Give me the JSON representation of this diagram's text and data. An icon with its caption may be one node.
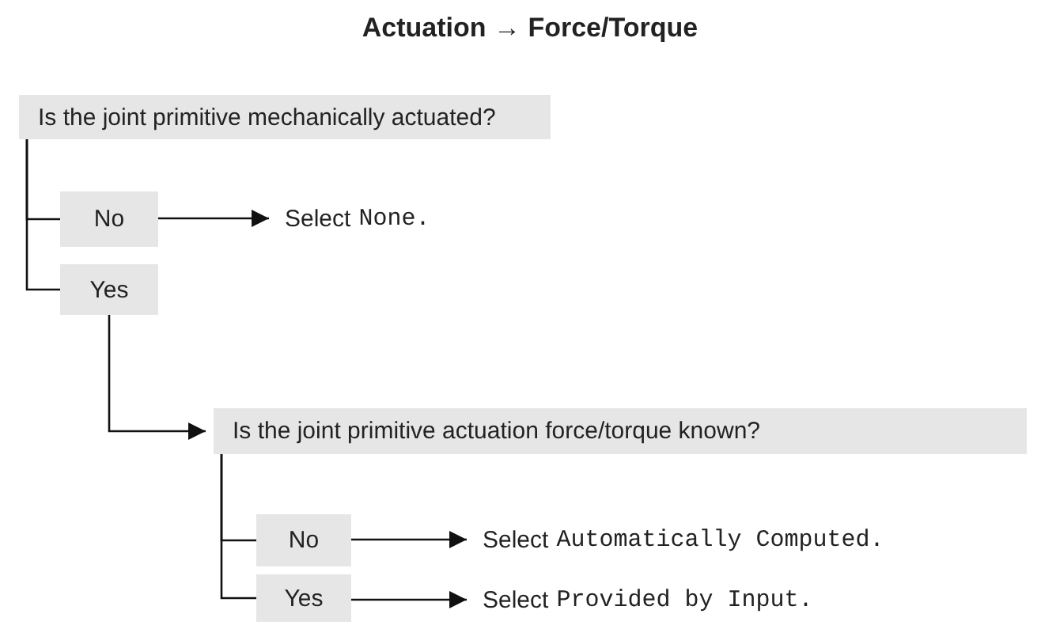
{
  "diagram": {
    "title": "Actuation → Force/Torque",
    "nodes": [
      {
        "text": [
          "Is the joint primitive mechanically actuated?"
        ]
      },
      {
        "text": [
          "No"
        ]
      },
      {
        "text": [
          "Select",
          "None."
        ]
      },
      {
        "text": [
          "Yes"
        ]
      },
      {
        "text": [
          "Is the joint primitive actuation force/torque known?"
        ]
      },
      {
        "text": [
          "No"
        ]
      },
      {
        "text": [
          "Select",
          "Automatically Computed."
        ]
      },
      {
        "text": [
          "Yes"
        ]
      },
      {
        "text": [
          "Select",
          "Provided by Input."
        ]
      }
    ],
    "edges": [
      {
        "from": 0,
        "to": 1,
        "arrow": "none"
      },
      {
        "from": 0,
        "to": 3,
        "arrow": "none"
      },
      {
        "from": 1,
        "to": 2,
        "arrow": "to"
      },
      {
        "from": 3,
        "to": 4,
        "arrow": "to"
      },
      {
        "from": 4,
        "to": 5,
        "arrow": "none"
      },
      {
        "from": 4,
        "to": 7,
        "arrow": "none"
      },
      {
        "from": 5,
        "to": 6,
        "arrow": "to"
      },
      {
        "from": 7,
        "to": 8,
        "arrow": "to"
      }
    ]
  }
}
